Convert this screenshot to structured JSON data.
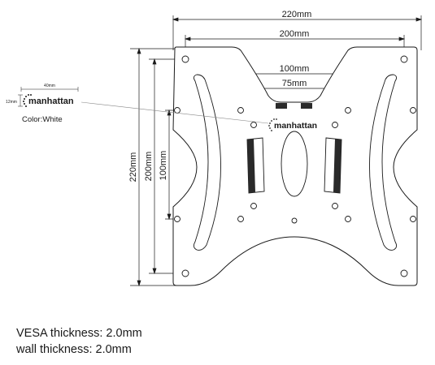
{
  "dimensions": {
    "width_outer": "220mm",
    "width_vesa": "200mm",
    "width_inner": "100mm",
    "width_small": "75mm",
    "height_outer": "220mm",
    "height_vesa": "200mm",
    "height_inner": "100mm"
  },
  "logo_callout": {
    "width_label": "40mm",
    "height_label": "12mm",
    "brand": "manhattan",
    "color_label": "Color:White"
  },
  "plate_logo": {
    "brand": "manhattan"
  },
  "notes": {
    "vesa_thickness": "VESA thickness: 2.0mm",
    "wall_thickness": "wall thickness: 2.0mm"
  },
  "colors": {
    "line": "#1a1a1a",
    "plate_fill": "#ffffff",
    "dark_part": "#2a2a2a"
  }
}
